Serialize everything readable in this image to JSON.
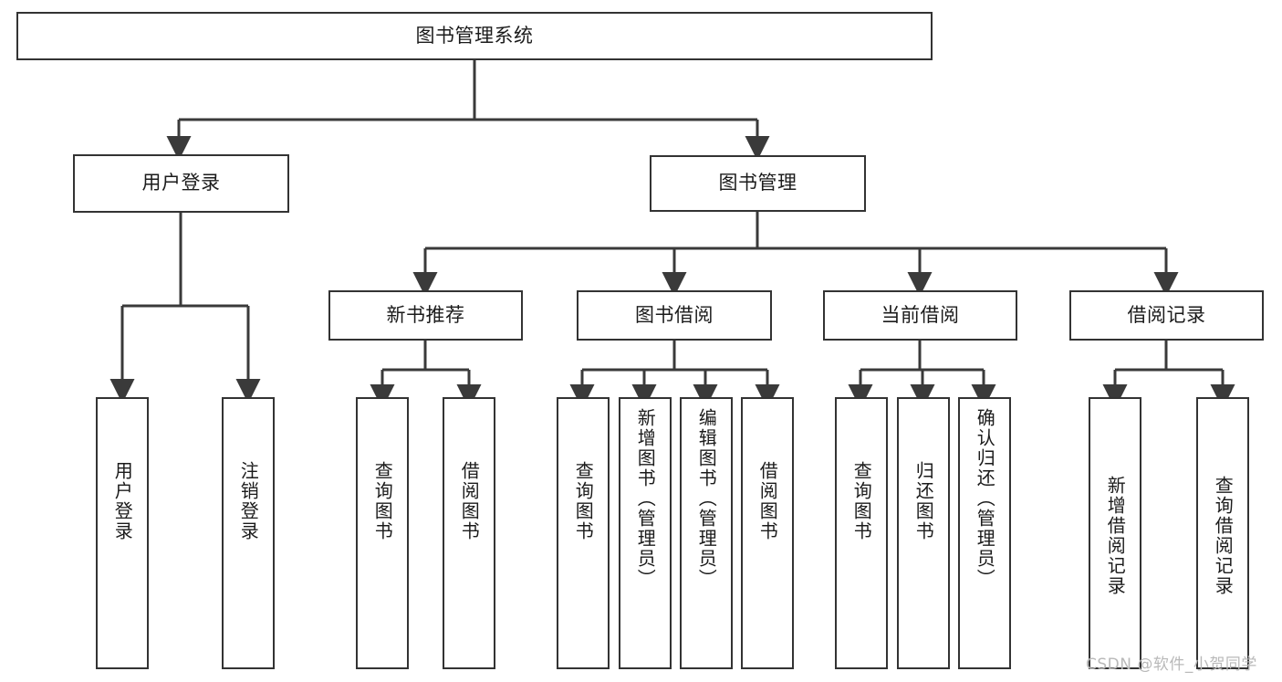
{
  "diagram": {
    "title": "图书管理系统",
    "type": "tree-hierarchy",
    "watermark": "CSDN @软件_小贺同学",
    "colors": {
      "box_border": "#333333",
      "box_fill": "#ffffff",
      "connector": "#3a3a3a",
      "text": "#1b1b1b",
      "watermark": "#b9b9b9",
      "background": "#ffffff"
    },
    "root": {
      "label": "图书管理系统"
    },
    "level2": [
      {
        "label": "用户登录"
      },
      {
        "label": "图书管理"
      }
    ],
    "level3": [
      {
        "label": "新书推荐"
      },
      {
        "label": "图书借阅"
      },
      {
        "label": "当前借阅"
      },
      {
        "label": "借阅记录"
      }
    ],
    "leaves": {
      "user_login": [
        {
          "label": "用户登录"
        },
        {
          "label": "注销登录"
        }
      ],
      "new_book": [
        {
          "label": "查询图书"
        },
        {
          "label": "借阅图书"
        }
      ],
      "book_borrow": [
        {
          "label": "查询图书"
        },
        {
          "label": "新增图书（管理员）"
        },
        {
          "label": "编辑图书（管理员）"
        },
        {
          "label": "借阅图书"
        }
      ],
      "current_borrow": [
        {
          "label": "查询图书"
        },
        {
          "label": "归还图书"
        },
        {
          "label": "确认归还（管理员）"
        }
      ],
      "borrow_record": [
        {
          "label": "新增借阅记录"
        },
        {
          "label": "查询借阅记录"
        }
      ]
    }
  }
}
